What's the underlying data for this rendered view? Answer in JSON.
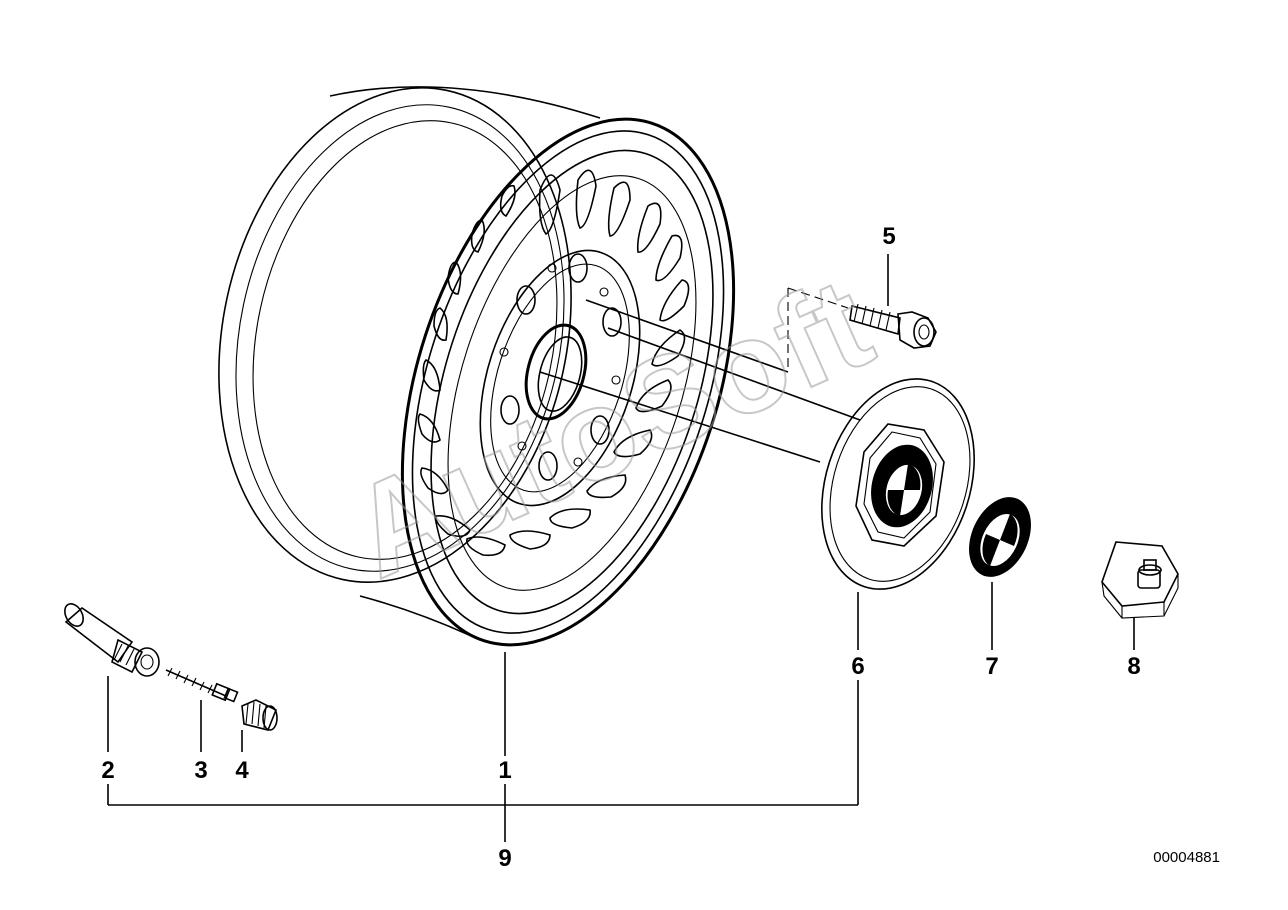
{
  "callouts": {
    "c1": "1",
    "c2": "2",
    "c3": "3",
    "c4": "4",
    "c5": "5",
    "c6": "6",
    "c7": "7",
    "c8": "8",
    "c9": "9"
  },
  "document_number": "00004881",
  "watermark": "AutoSoft"
}
